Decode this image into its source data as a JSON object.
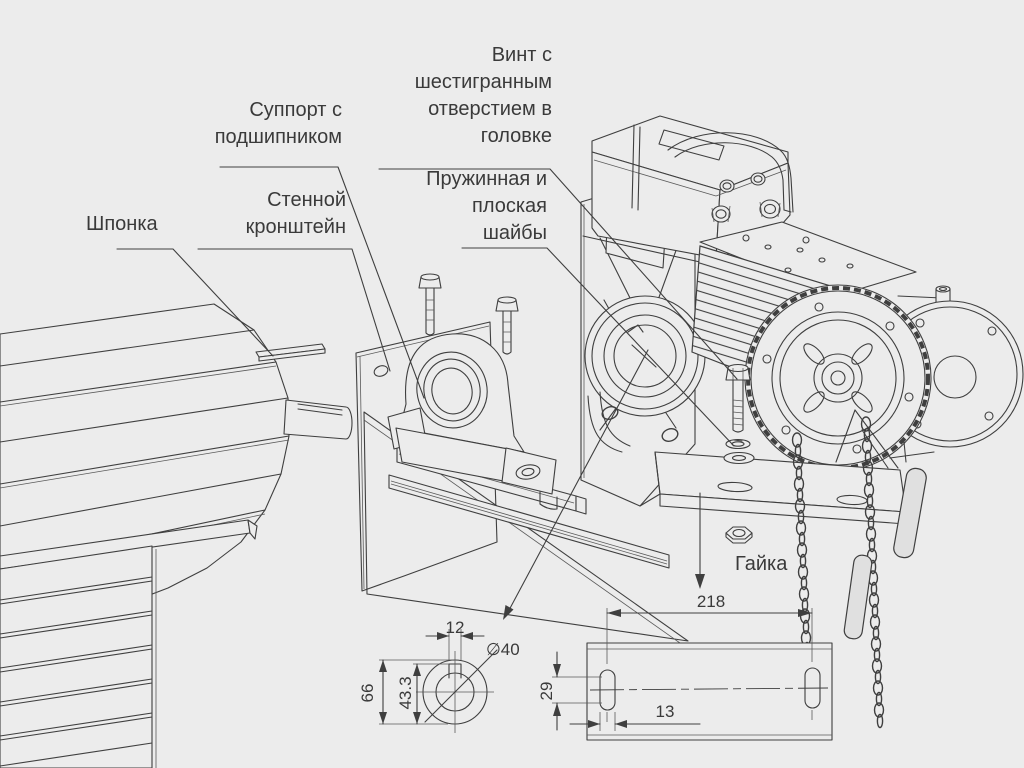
{
  "labels": {
    "screw": [
      "Винт с",
      "шестигранным",
      "отверстием в",
      "головке"
    ],
    "washers": [
      "Пружинная и",
      "плоская",
      "шайбы"
    ],
    "support": [
      "Суппорт с",
      "подшипником"
    ],
    "wall_bracket": [
      "Стенной",
      "кронштейн"
    ],
    "key": "Шпонка",
    "nut": "Гайка"
  },
  "dimensions": {
    "plate_hole_spacing": "218",
    "slot_height": "29",
    "slot_width": "13",
    "keyway_width": "12",
    "bore_diameter": "∅40",
    "outer_diameter": "66",
    "keyway_depth": "43.3"
  },
  "colors": {
    "background": "#ececec",
    "line": "#3f3f3f",
    "text": "#3a3a3a"
  }
}
